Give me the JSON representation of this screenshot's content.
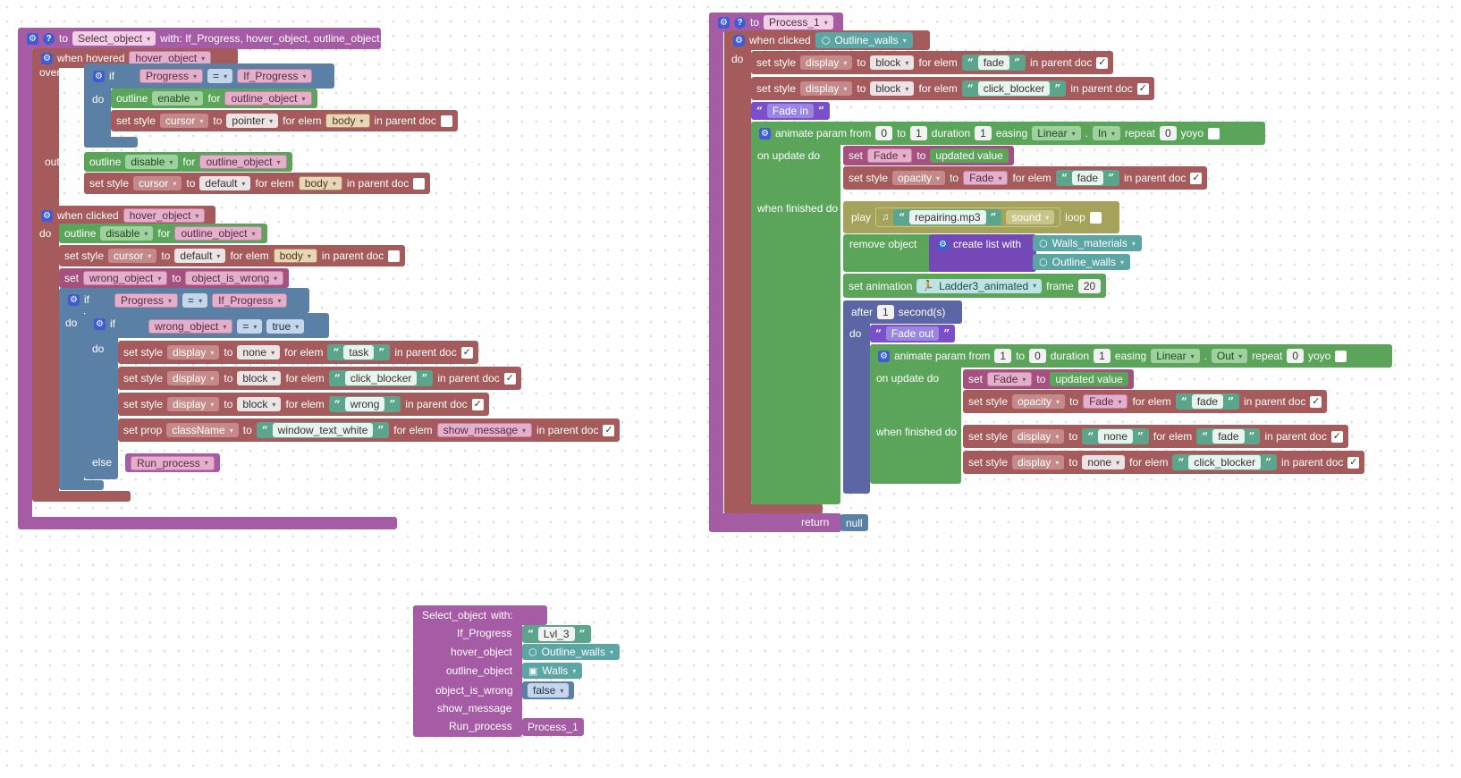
{
  "common": {
    "to": "to",
    "for": "for",
    "for_elem": "for elem",
    "in_parent_doc": "in parent doc",
    "set_style": "set style",
    "set": "set",
    "set_prop": "set prop",
    "if": "if",
    "do": "do",
    "else": "else",
    "eq": "=",
    "outline": "outline",
    "enable": "enable",
    "disable": "disable",
    "return": "return",
    "null": "null",
    "with": "with:",
    "gear": "⚙",
    "help": "?",
    "check": "✓",
    "open_quote": "“",
    "close_quote": "”"
  },
  "select_proc": {
    "name": "Select_object",
    "params_text": "with: If_Progress, hover_object, outline_object,...",
    "when_hovered": "when hovered",
    "over_do": "over: do",
    "out_do": "out: do",
    "when_clicked": "when clicked",
    "hover_object": "hover_object",
    "progress": "Progress",
    "if_progress": "If_Progress",
    "outline_object": "outline_object",
    "cursor": "cursor",
    "pointer": "pointer",
    "default": "default",
    "body": "body",
    "wrong_object": "wrong_object",
    "object_is_wrong": "object_is_wrong",
    "true": "true",
    "display": "display",
    "none": "none",
    "block": "block",
    "task": "task",
    "click_blocker": "click_blocker",
    "wrong": "wrong",
    "classname": "className",
    "window_text_white": "window_text_white",
    "show_message": "show_message",
    "run_process": "Run_process"
  },
  "process_proc": {
    "name": "Process_1",
    "when_clicked": "when clicked",
    "outline_walls": "Outline_walls",
    "display": "display",
    "block": "block",
    "fade": "fade",
    "click_blocker": "click_blocker",
    "fade_in": "Fade in",
    "animate_param_from": "animate param from",
    "from1": "0",
    "to1": "1",
    "duration": "duration",
    "dur1": "1",
    "easing": "easing",
    "linear": "Linear",
    "dot": ".",
    "in": "In",
    "repeat": "repeat",
    "rep1": "0",
    "yoyo": "yoyo",
    "on_update_do": "on update do",
    "fade_var": "Fade",
    "updated_value": "updated value",
    "opacity": "opacity",
    "when_finished_do": "when finished do",
    "play": "play",
    "sound_file": "repairing.mp3",
    "sound": "sound",
    "loop": "loop",
    "remove_object": "remove object",
    "create_list_with": "create list with",
    "walls_materials": "Walls_materials",
    "set_animation": "set animation",
    "ladder": "Ladder3_animated",
    "frame": "frame",
    "frame_val": "20",
    "after": "after",
    "after_val": "1",
    "seconds": "second(s)",
    "fade_out": "Fade out",
    "from2": "1",
    "to2": "0",
    "dur2": "1",
    "out": "Out",
    "rep2": "0",
    "none": "none"
  },
  "call_block": {
    "title": "Select_object",
    "with": "with:",
    "params": [
      {
        "name": "If_Progress",
        "value": "Lvl_3"
      },
      {
        "name": "hover_object",
        "value": "Outline_walls"
      },
      {
        "name": "outline_object",
        "value": "Walls"
      },
      {
        "name": "object_is_wrong",
        "value": "false"
      },
      {
        "name": "show_message",
        "value": ""
      },
      {
        "name": "Run_process",
        "value": "Process_1"
      }
    ]
  },
  "colors": {
    "procedure": "#a55ca5",
    "control": "#5b80a5",
    "style": "#a55b5b",
    "outline": "#5ba55b",
    "variable": "#a5507f",
    "text": "#5ba58c",
    "list": "#7548b8"
  }
}
